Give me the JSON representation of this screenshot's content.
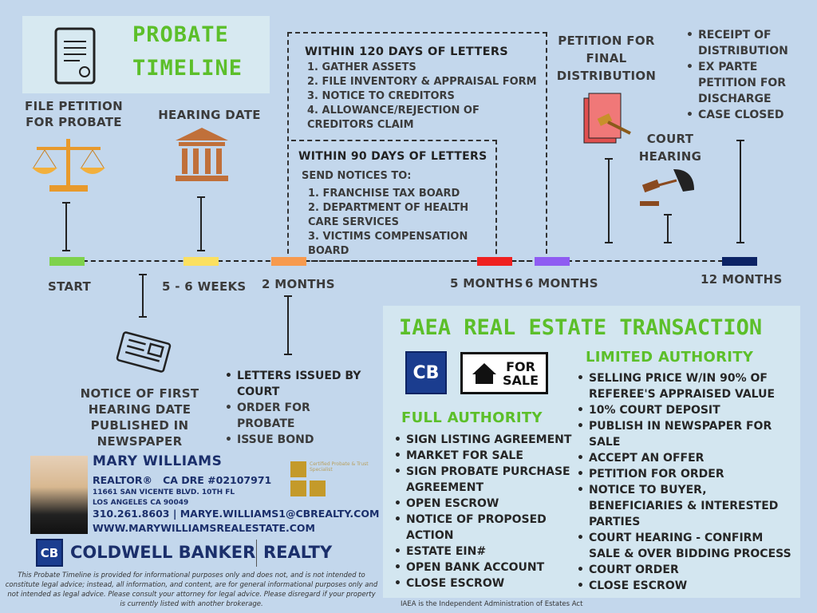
{
  "title": {
    "line1": "PROBATE",
    "line2": "TIMELINE"
  },
  "steps": {
    "file_petition": "FILE PETITION FOR PROBATE",
    "hearing_date": "HEARING DATE",
    "notice": "NOTICE OF FIRST HEARING DATE PUBLISHED IN NEWSPAPER",
    "petition_final": "PETITION FOR FINAL DISTRIBUTION",
    "court_hearing": "COURT HEARING"
  },
  "within120": {
    "heading": "WITHIN 120 DAYS OF LETTERS",
    "items": [
      "1. GATHER ASSETS",
      "2. FILE INVENTORY & APPRAISAL FORM",
      "3. NOTICE TO CREDITORS",
      "4. ALLOWANCE/REJECTION OF CREDITORS CLAIM"
    ]
  },
  "within90": {
    "heading": "WITHIN 90 DAYS OF LETTERS",
    "sub": "SEND NOTICES TO:",
    "items": [
      "1. FRANCHISE TAX BOARD",
      "2. DEPARTMENT OF HEALTH CARE SERVICES",
      "3. VICTIMS COMPENSATION BOARD"
    ]
  },
  "letters": {
    "items": [
      "LETTERS ISSUED BY COURT",
      "ORDER FOR PROBATE",
      "ISSUE BOND"
    ]
  },
  "final_items": [
    "RECEIPT OF DISTRIBUTION",
    "EX PARTE PETITION FOR DISCHARGE",
    "CASE CLOSED"
  ],
  "timeline": {
    "labels": [
      "START",
      "5 - 6 WEEKS",
      "2 MONTHS",
      "5 MONTHS",
      "6 MONTHS",
      "12 MONTHS"
    ],
    "colors": [
      "#7ed24c",
      "#fbe060",
      "#f79a4e",
      "#ef2020",
      "#8f5cf2",
      "#0c2365"
    ]
  },
  "iaea": {
    "title": "IAEA REAL ESTATE TRANSACTION",
    "for_sale": {
      "line1": "FOR",
      "line2": "SALE"
    },
    "full": {
      "heading": "FULL AUTHORITY",
      "items": [
        "SIGN LISTING AGREEMENT",
        "MARKET FOR SALE",
        "SIGN PROBATE PURCHASE AGREEMENT",
        "OPEN ESCROW",
        "NOTICE OF PROPOSED ACTION",
        "ESTATE EIN#",
        "OPEN BANK ACCOUNT",
        "CLOSE ESCROW"
      ]
    },
    "limited": {
      "heading": "LIMITED AUTHORITY",
      "items": [
        "SELLING PRICE W/IN 90% OF REFEREE'S APPRAISED VALUE",
        "10% COURT DEPOSIT",
        "PUBLISH IN NEWSPAPER FOR SALE",
        "ACCEPT AN OFFER",
        "PETITION FOR ORDER",
        "NOTICE TO BUYER, BENEFICIARIES & INTERESTED PARTIES",
        "COURT HEARING - CONFIRM SALE & OVER BIDDING PROCESS",
        "COURT ORDER",
        "CLOSE ESCROW"
      ]
    },
    "footnote": "IAEA is the Independent Administration of Estates Act"
  },
  "agent": {
    "name": "MARY WILLIAMS",
    "title": "REALTOR®   CA DRE #02107971",
    "address1": "11661 SAN VICENTE BLVD. 10TH FL",
    "address2": "LOS ANGELES CA 90049",
    "contact": "310.261.8603 | MARYE.WILLIAMS1@CBREALTY.COM",
    "website": "WWW.MARYWILLIAMSREALESTATE.COM",
    "badge": "Certified Probate & Trust Specialist"
  },
  "brand": {
    "name": "COLDWELL BANKER",
    "suffix": "REALTY",
    "logo": "CB"
  },
  "disclaimer": "This Probate Timeline is provided for informational purposes only and does not, and is not intended to constitute legal advice; instead, all information, and content, are for general informational purposes only and not intended as legal advice.  Please consult your attorney for legal advice. Please disregard if your property is currently listed with another brokerage."
}
